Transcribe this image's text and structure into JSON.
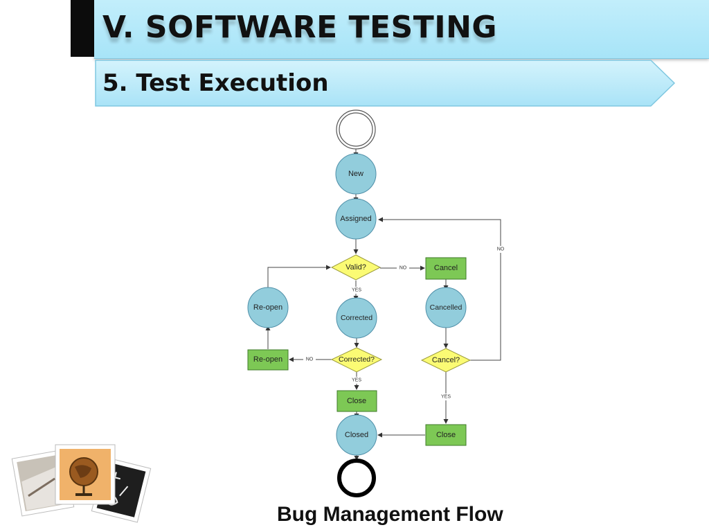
{
  "header": {
    "title": "V. SOFTWARE TESTING",
    "subtitle": "5. Test Execution"
  },
  "diagram": {
    "caption": "Bug Management Flow",
    "nodes": {
      "new": "New",
      "assigned": "Assigned",
      "valid": "Valid?",
      "cancel_action": "Cancel",
      "reopen_state": "Re-open",
      "corrected_state": "Corrected",
      "cancelled": "Cancelled",
      "reopen_action": "Re-open",
      "corrected_decision": "Corrected?",
      "cancel_decision": "Cancel?",
      "close_action_left": "Close",
      "closed": "Closed",
      "close_action_right": "Close"
    },
    "edge_labels": {
      "valid_no": "NO",
      "valid_yes": "YES",
      "corrected_no": "NO",
      "corrected_yes": "YES",
      "cancel_no": "NO",
      "cancel_yes": "YES"
    }
  },
  "colors": {
    "state_fill": "#92cddc",
    "action_fill": "#7dc855",
    "decision_fill": "#fbfb74",
    "title_band": "#b3e8f9"
  }
}
